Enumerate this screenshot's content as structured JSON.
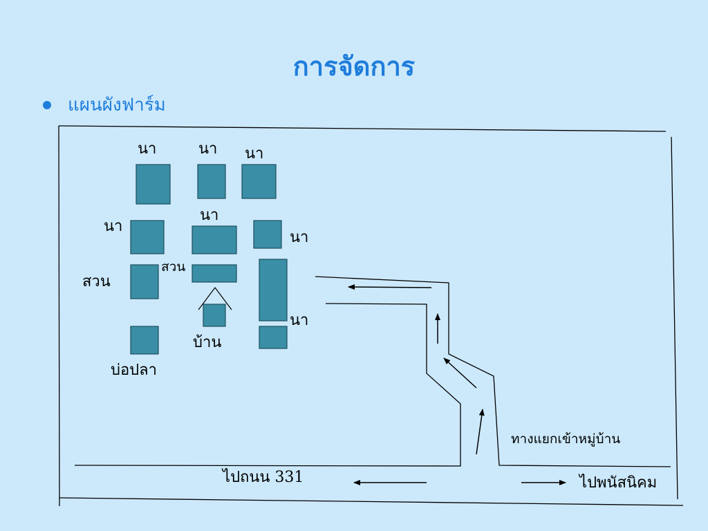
{
  "title": "การจัดการ",
  "bullet": "แผนผังฟาร์ม",
  "colors": {
    "background": "#cce9fb",
    "title": "#1f7ddb",
    "plot_fill": "#3a8ea6",
    "plot_stroke": "#1d4f5e",
    "line": "#000000"
  },
  "labels": {
    "na": "นา",
    "garden": "สวน",
    "house": "บ้าน",
    "fish_pond": "บ่อปลา",
    "junction": "ทางแยกเข้าหมู่บ้าน",
    "to_road": "ไปถนน 331",
    "to_estate": "ไปพนัสนิคม"
  }
}
